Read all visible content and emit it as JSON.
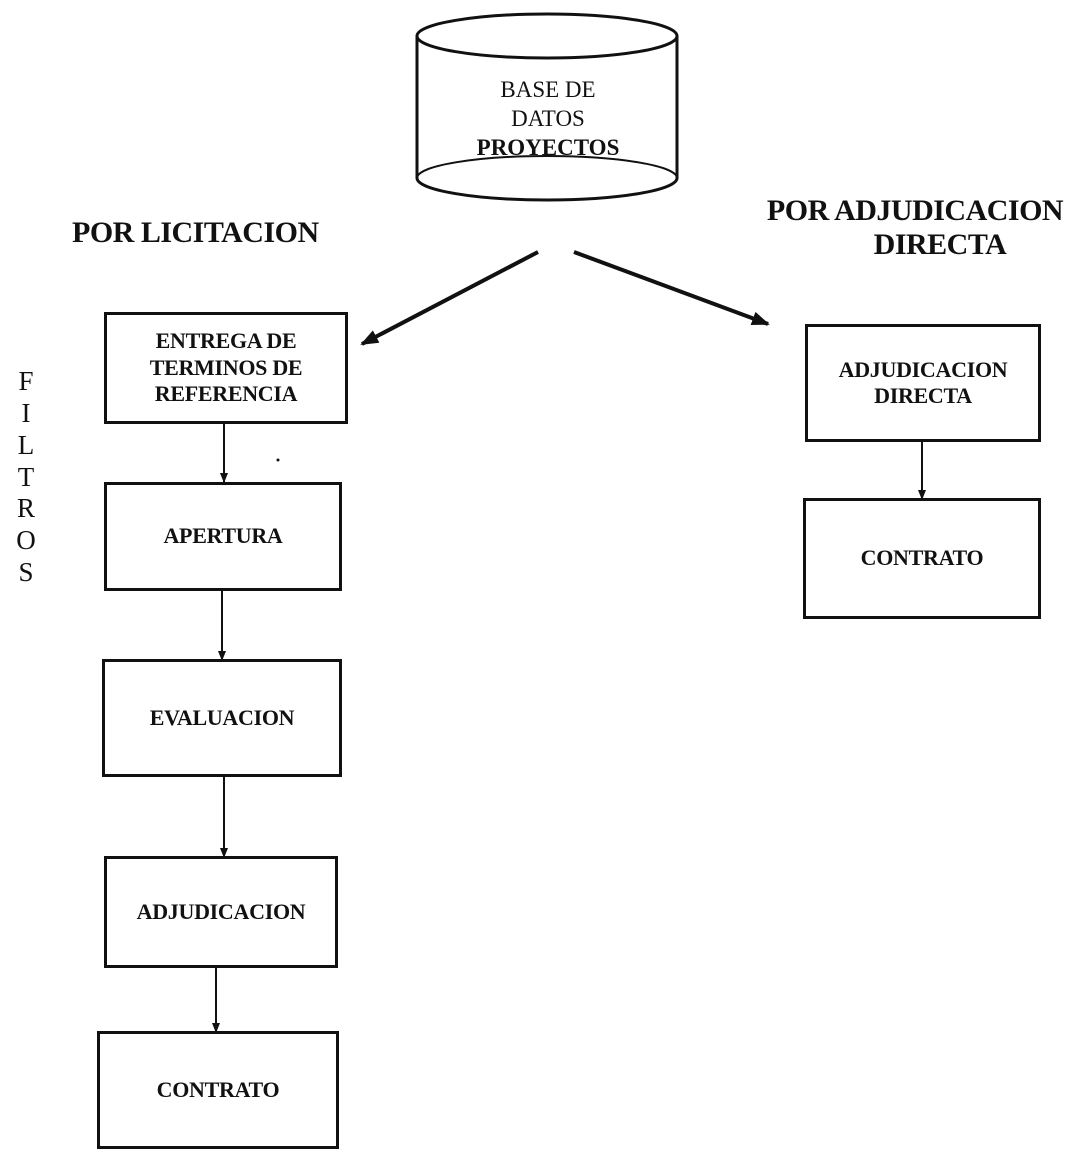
{
  "database": {
    "lines": [
      "BASE  DE",
      "DATOS",
      "PROYECTOS"
    ]
  },
  "left_branch": {
    "heading": "POR LICITACION",
    "steps": [
      {
        "lines": [
          "ENTREGA DE",
          "TERMINOS DE",
          "REFERENCIA"
        ]
      },
      {
        "lines": [
          "APERTURA"
        ]
      },
      {
        "lines": [
          "EVALUACION"
        ]
      },
      {
        "lines": [
          "ADJUDICACION"
        ]
      },
      {
        "lines": [
          "CONTRATO"
        ]
      }
    ]
  },
  "right_branch": {
    "heading_lines": [
      "POR ADJUDICACION",
      "DIRECTA"
    ],
    "steps": [
      {
        "lines": [
          "ADJUDICACION",
          "DIRECTA"
        ]
      },
      {
        "lines": [
          "CONTRATO"
        ]
      }
    ]
  },
  "side_label": {
    "letters": [
      "F",
      "I",
      "L",
      "T",
      "R",
      "O",
      "S"
    ]
  }
}
